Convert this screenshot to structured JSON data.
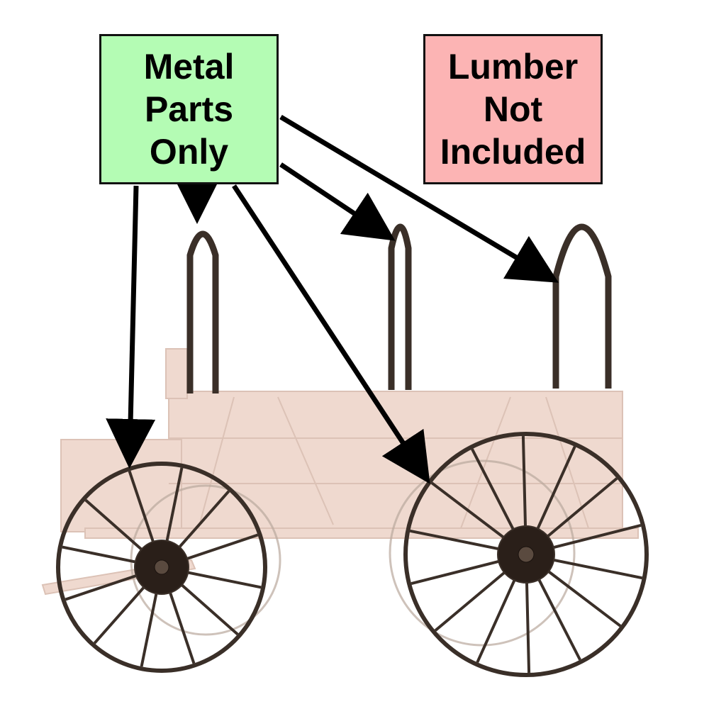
{
  "metal_label": {
    "lines": [
      "Metal",
      "Parts",
      "Only"
    ],
    "bg": "#b4fcb4"
  },
  "lumber_label": {
    "lines": [
      "Lumber",
      "Not",
      "Included"
    ],
    "bg": "#fcb4b4"
  },
  "colors": {
    "wood": "#efd9cf",
    "wood_edge": "#d8b8aa",
    "metal": "#3a2f28",
    "hub": "#2a1f19",
    "arrow": "#000000"
  }
}
